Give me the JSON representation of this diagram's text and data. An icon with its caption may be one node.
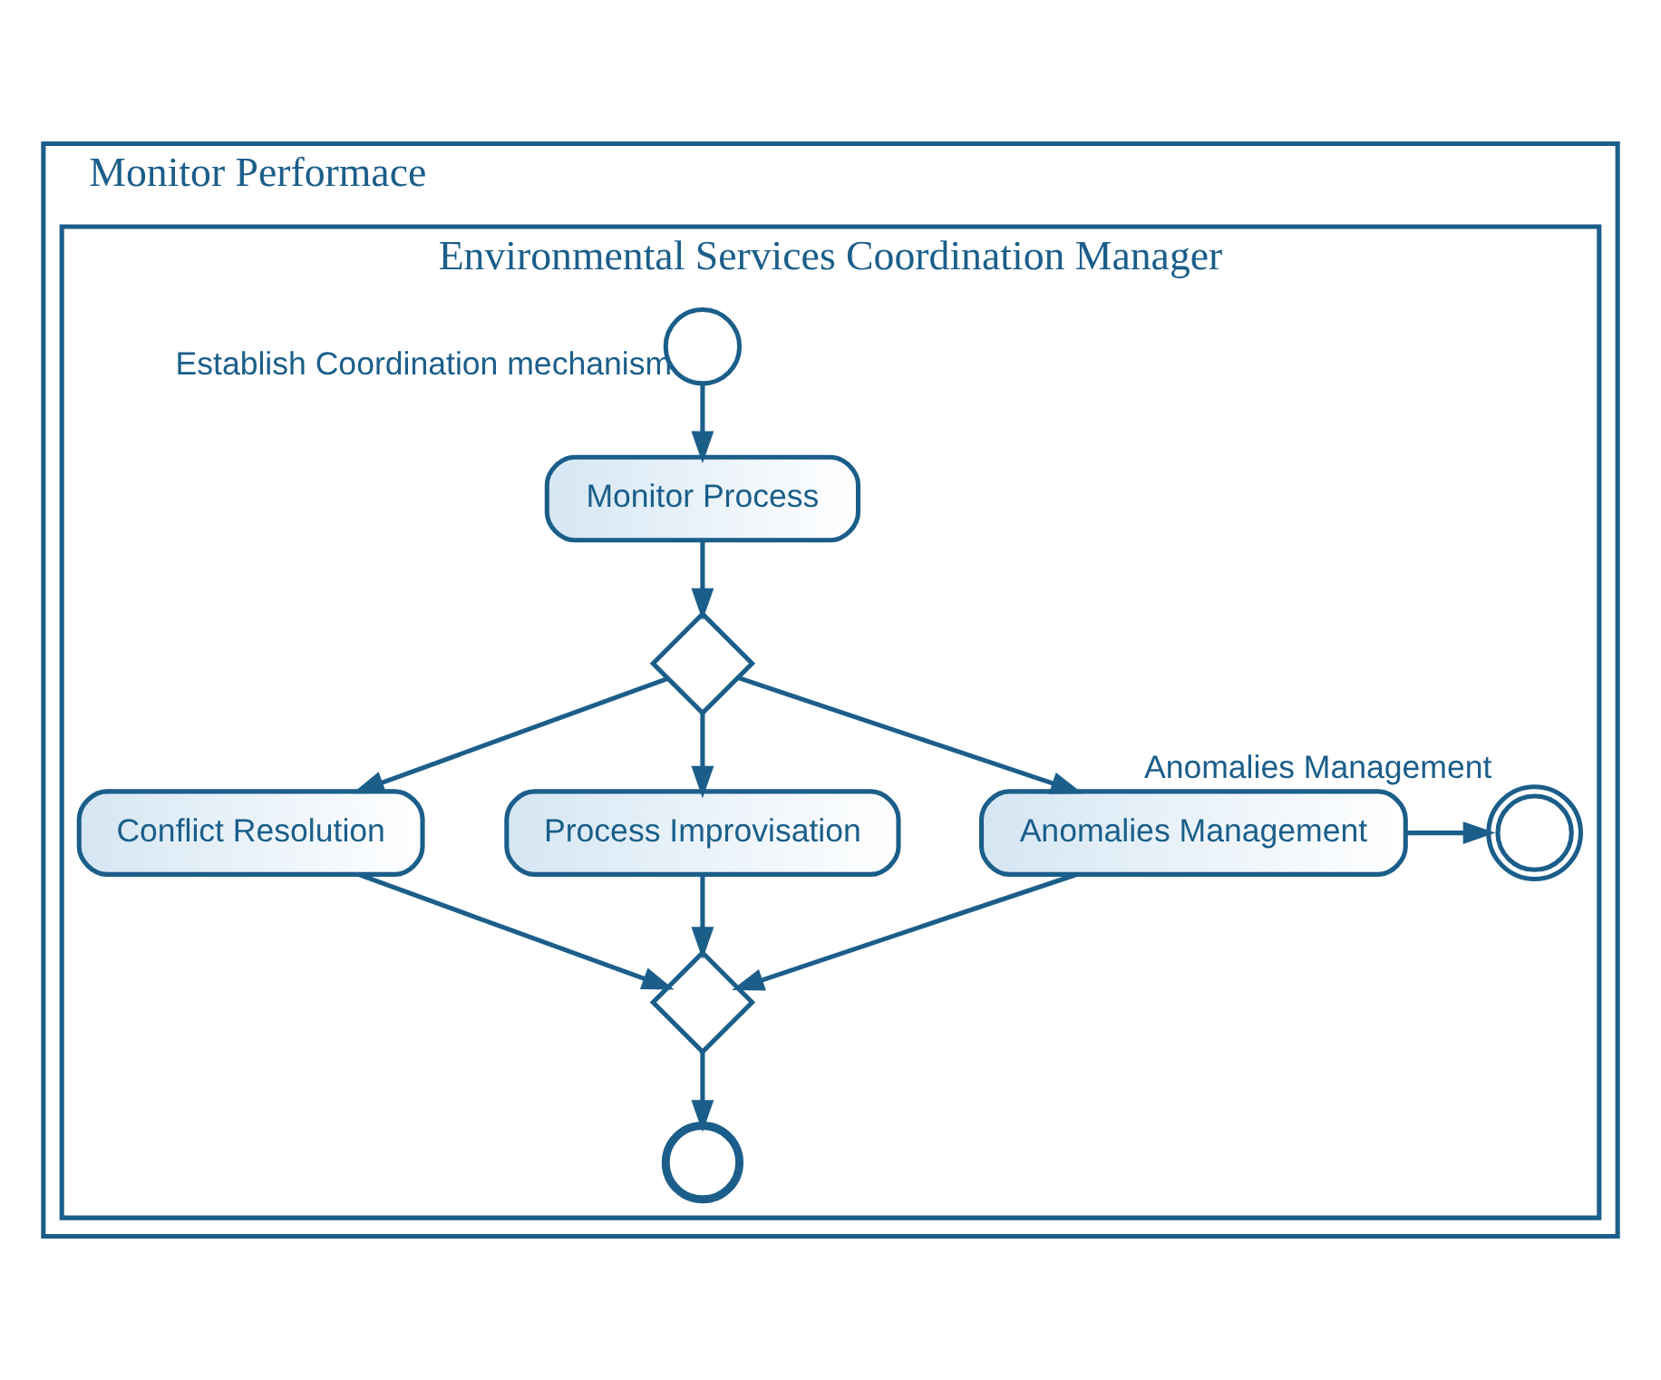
{
  "diagram": {
    "nodes": [
      {
        "text": [
          "Monitor Performace"
        ]
      },
      {
        "text": [
          "Environmental Services Coordination Manager"
        ],
        "in": 0
      },
      {
        "text": [],
        "shape": "circle",
        "in": 1,
        "beside": [
          "Establish Coordination mechanism"
        ]
      },
      {
        "text": [
          "Monitor Process"
        ],
        "in": 1
      },
      {
        "text": [],
        "shape": "diamond",
        "in": 1
      },
      {
        "text": [
          "Conflict Resolution"
        ],
        "in": 1
      },
      {
        "text": [
          "Process Improvisation"
        ],
        "in": 1
      },
      {
        "text": [
          "Anomalies Management"
        ],
        "in": 1
      },
      {
        "text": [],
        "shape": "circle",
        "in": 1,
        "beside": [
          "Anomalies Management"
        ]
      },
      {
        "text": [],
        "shape": "diamond",
        "in": 1
      },
      {
        "text": [],
        "shape": "circle",
        "in": 1
      }
    ],
    "edges": [
      {
        "from": 2,
        "to": 3,
        "arrow": "to"
      },
      {
        "from": 3,
        "to": 4,
        "arrow": "to"
      },
      {
        "from": 4,
        "to": 5,
        "arrow": "to"
      },
      {
        "from": 4,
        "to": 6,
        "arrow": "to"
      },
      {
        "from": 4,
        "to": 7,
        "arrow": "to"
      },
      {
        "from": 7,
        "to": 8,
        "arrow": "to"
      },
      {
        "from": 5,
        "to": 9,
        "arrow": "to"
      },
      {
        "from": 6,
        "to": 9,
        "arrow": "to"
      },
      {
        "from": 7,
        "to": 9,
        "arrow": "to"
      },
      {
        "from": 9,
        "to": 10,
        "arrow": "to"
      }
    ]
  }
}
